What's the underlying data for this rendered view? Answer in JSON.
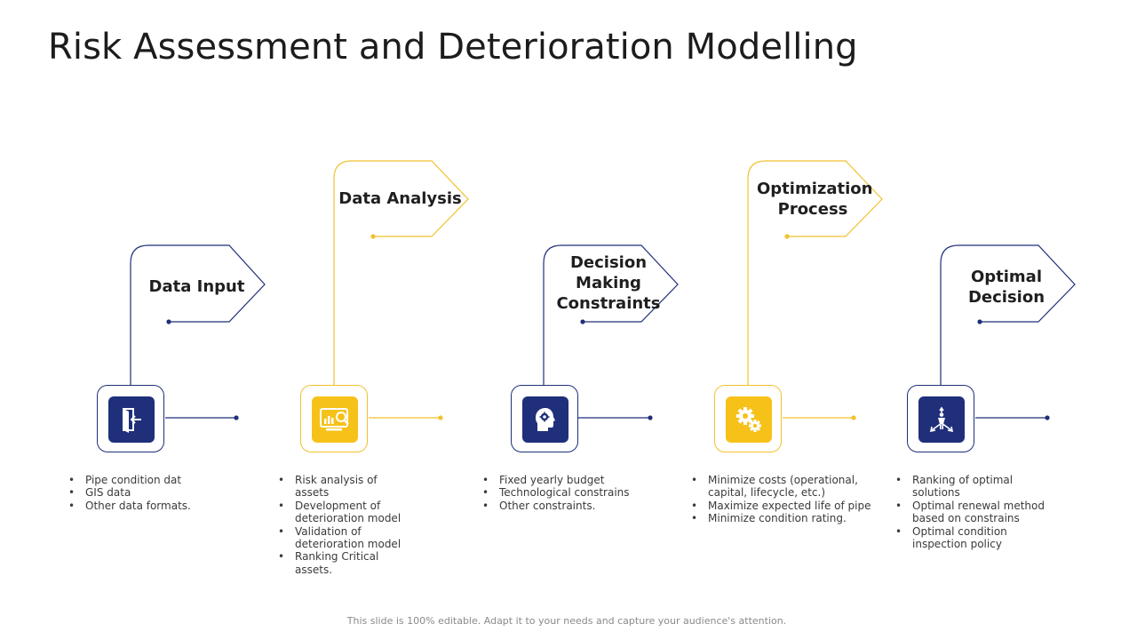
{
  "title": "Risk Assessment and Deterioration Modelling",
  "colors": {
    "navy": "#1f2f7a",
    "yellow": "#f6c21a",
    "yellow_line": "#f2c12e",
    "text": "#1f1f1f"
  },
  "steps": [
    {
      "label": "Data Input",
      "icon": "enter-icon",
      "accent": "navy",
      "bullets": [
        "Pipe condition dat",
        "GIS data",
        "Other data formats."
      ]
    },
    {
      "label": "Data Analysis",
      "icon": "monitor-search-icon",
      "accent": "yellow",
      "bullets": [
        "Risk analysis of assets",
        "Development of deterioration model",
        "Validation of deterioration model",
        "Ranking Critical assets."
      ]
    },
    {
      "label": "Decision Making Constraints",
      "icon": "head-gear-icon",
      "accent": "navy",
      "bullets": [
        "Fixed yearly budget",
        "Technological constrains",
        "Other constraints."
      ]
    },
    {
      "label": "Optimization Process",
      "icon": "gears-icon",
      "accent": "yellow",
      "bullets": [
        "Minimize costs (operational, capital, lifecycle, etc.)",
        "Maximize expected life of pipe",
        "Minimize condition rating."
      ]
    },
    {
      "label": "Optimal Decision",
      "icon": "person-arrows-icon",
      "accent": "navy",
      "bullets": [
        "Ranking of optimal solutions",
        "Optimal renewal method based on constrains",
        "Optimal condition inspection policy"
      ]
    }
  ],
  "footer": "This slide is 100% editable. Adapt it to your needs and capture your audience's attention."
}
